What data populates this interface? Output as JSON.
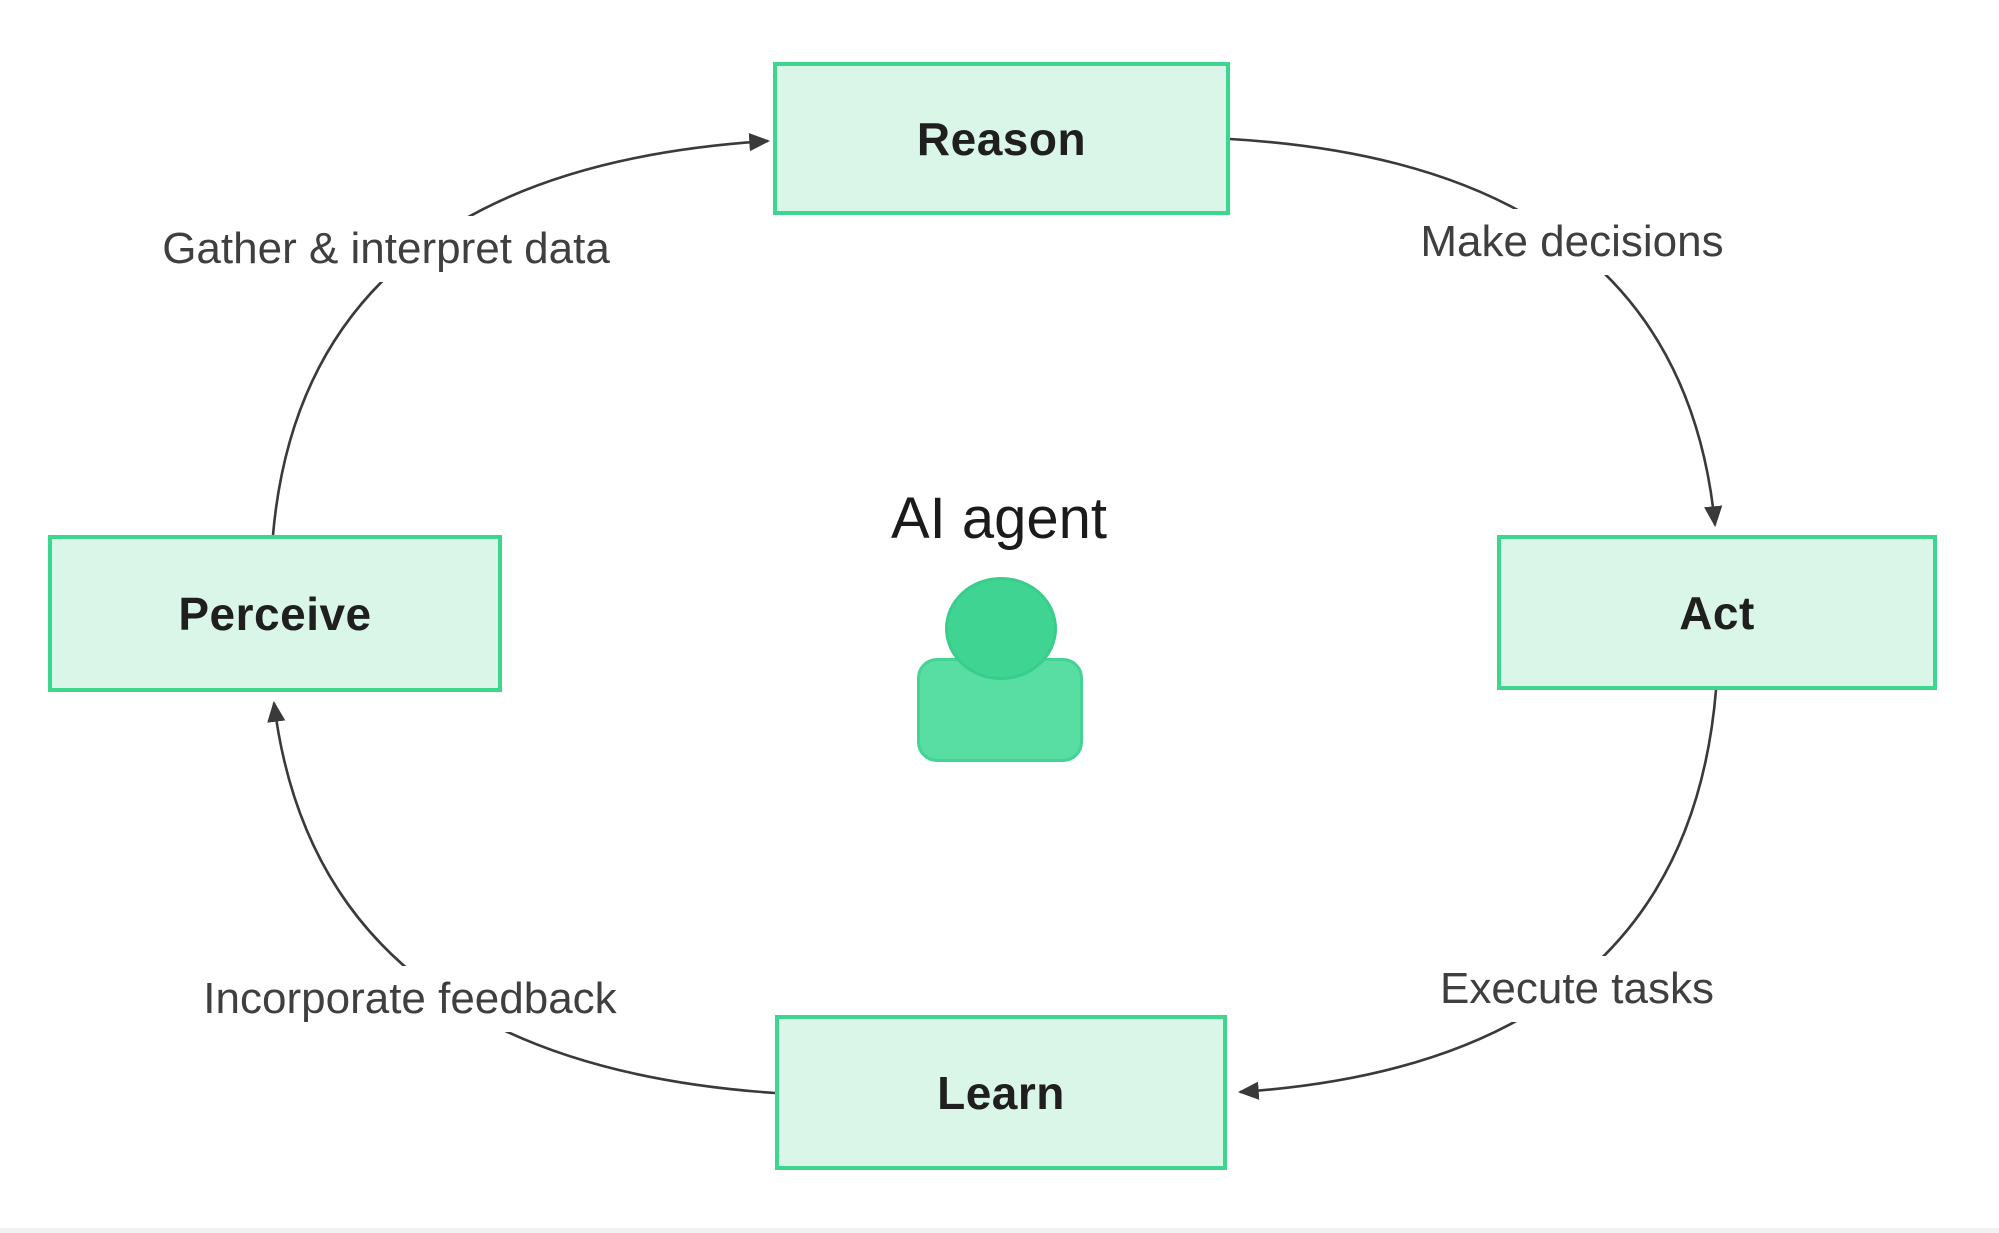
{
  "colors": {
    "background": "#ffffff",
    "node_fill": "#d9f6e8",
    "node_border": "#3cd68f",
    "node_text": "#1f1f1f",
    "edge_line": "#3a3a3a",
    "edge_label_text": "#3f3f3f",
    "title_text": "#1b1b1b",
    "icon_head": "#3fd492",
    "icon_head_border": "#38cd8a",
    "icon_body": "#58dda2",
    "icon_body_border": "#43d493",
    "footer_bar": "#f1f1f3"
  },
  "diagram": {
    "title": "AI agent",
    "center_icon": "person-icon",
    "nodes": [
      {
        "id": "reason",
        "label": "Reason"
      },
      {
        "id": "perceive",
        "label": "Perceive"
      },
      {
        "id": "act",
        "label": "Act"
      },
      {
        "id": "learn",
        "label": "Learn"
      }
    ],
    "edges": [
      {
        "from": "perceive",
        "to": "reason",
        "label": "Gather & interpret data"
      },
      {
        "from": "reason",
        "to": "act",
        "label": "Make decisions"
      },
      {
        "from": "act",
        "to": "learn",
        "label": "Execute tasks"
      },
      {
        "from": "learn",
        "to": "perceive",
        "label": "Incorporate feedback"
      }
    ]
  }
}
